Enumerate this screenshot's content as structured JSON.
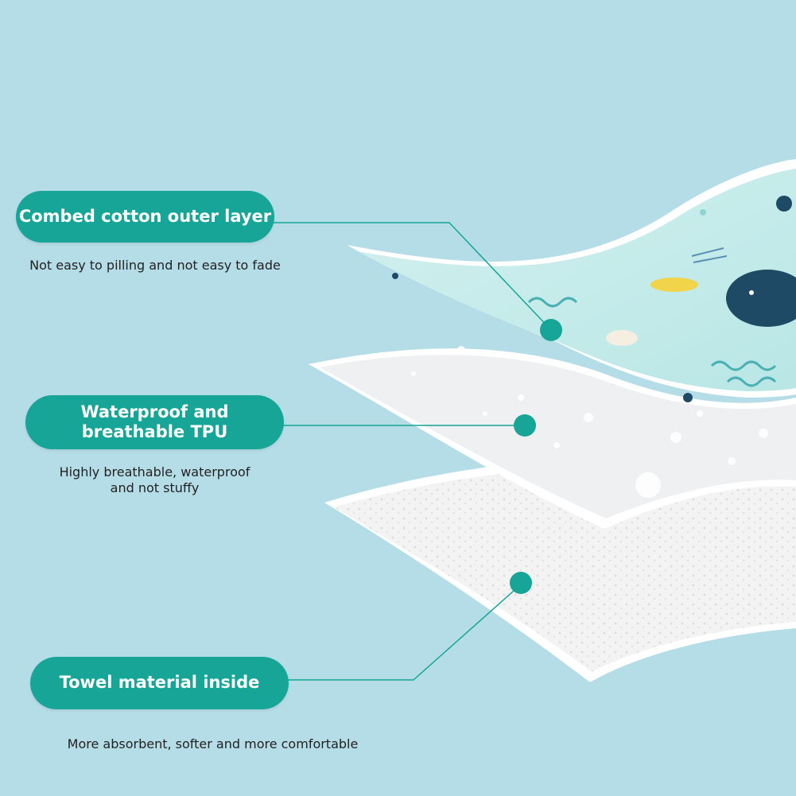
{
  "colors": {
    "background": "#b5dde8",
    "accent_teal": "#16a596",
    "fabric_top": "#c8ecec",
    "layer_white": "#f7f7f7",
    "text_dark": "#222222"
  },
  "layers": [
    {
      "title": "Combed cotton outer layer",
      "description": "Not easy to pilling and not easy to fade"
    },
    {
      "title": "Waterproof and\nbreathable TPU",
      "description": "Highly breathable, waterproof\nand not stuffy"
    },
    {
      "title": "Towel material inside",
      "description": "More absorbent, softer and more comfortable"
    }
  ]
}
